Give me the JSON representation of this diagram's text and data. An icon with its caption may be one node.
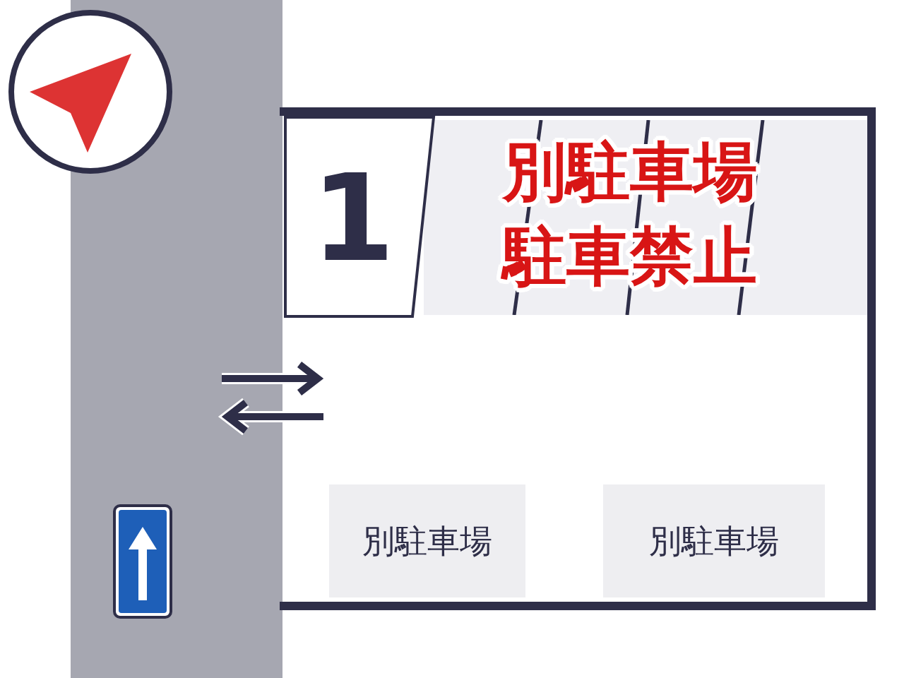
{
  "diagram": {
    "nodes": [
      {
        "text": [],
        "shape": "box"
      },
      {
        "text": [
          "1"
        ],
        "in": 0
      },
      {
        "text": [
          "別駐車場駐車禁止"
        ],
        "in": 0
      },
      {
        "text": [
          "別駐車場"
        ],
        "in": 0
      },
      {
        "text": [
          "別駐車場"
        ],
        "in": 0
      }
    ]
  }
}
